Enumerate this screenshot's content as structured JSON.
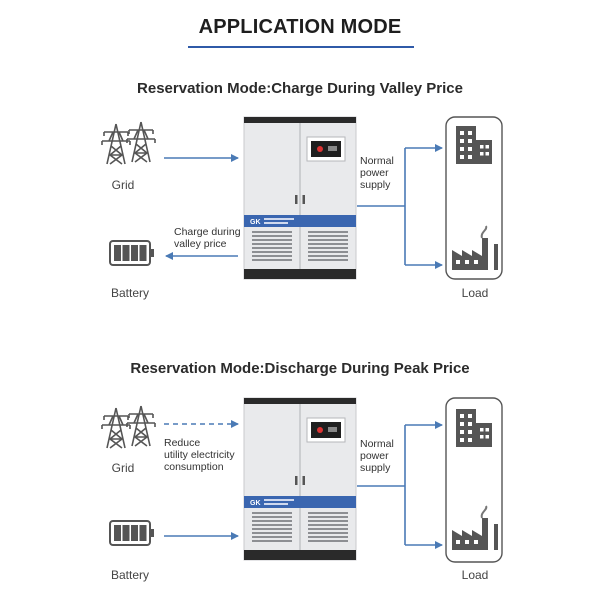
{
  "title": "APPLICATION MODE",
  "sections": [
    {
      "heading": "Reservation Mode:Charge During Valley Price",
      "grid_label": "Grid",
      "battery_label": "Battery",
      "load_label": "Load",
      "note_left": [
        "Charge during",
        "valley price"
      ],
      "note_right": [
        "Normal",
        "power",
        "supply"
      ]
    },
    {
      "heading": "Reservation Mode:Discharge During Peak Price",
      "grid_label": "Grid",
      "battery_label": "Battery",
      "load_label": "Load",
      "note_left": [
        "Reduce",
        "utility electricity",
        "consumption"
      ],
      "note_right": [
        "Normal",
        "power",
        "supply"
      ]
    }
  ],
  "colors": {
    "arrow": "#4a7ab5",
    "icon": "#555555",
    "cabinet": "#e9eaec",
    "cabinet_dark": "#2a2a2a",
    "brand_strip": "#3a66b0"
  },
  "icons": [
    "power-tower-icon",
    "battery-icon",
    "office-building-icon",
    "factory-icon"
  ]
}
